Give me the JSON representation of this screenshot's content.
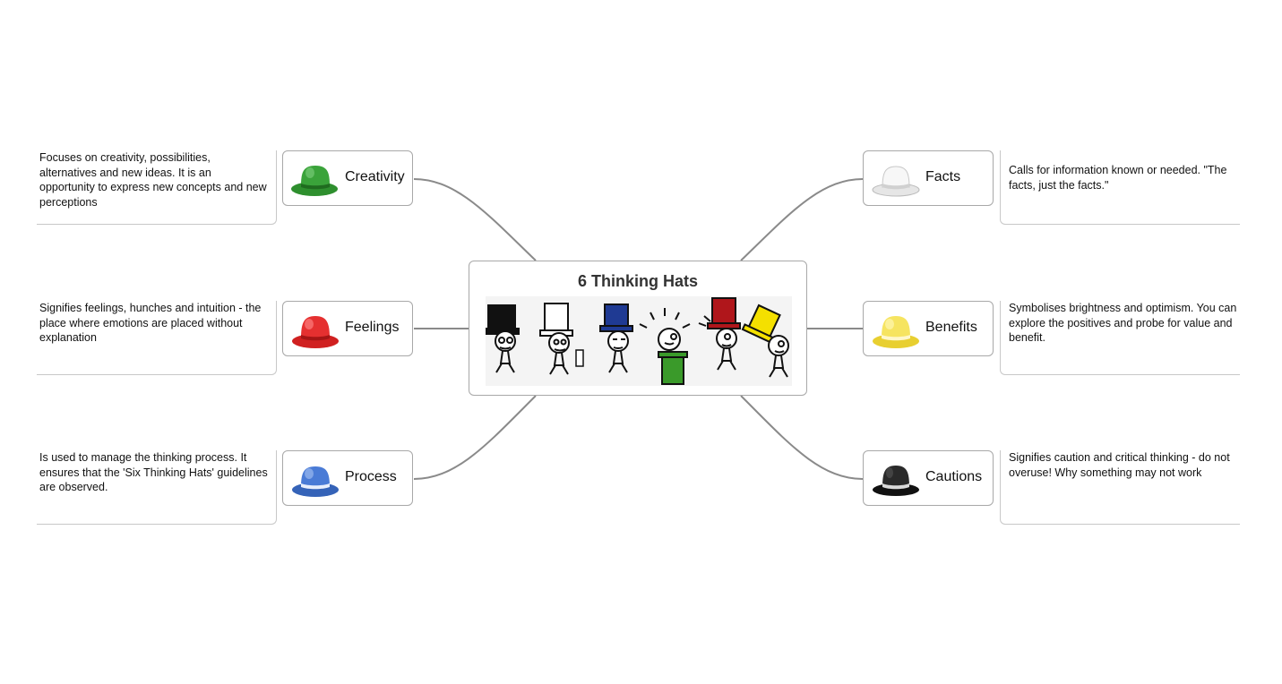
{
  "title": "6 Thinking Hats",
  "colors": {
    "green": "#3aa33a",
    "red": "#e02a2a",
    "blue": "#3d6fc9",
    "white": "#f2f2f2",
    "yellow": "#f3de45",
    "black": "#1e1e1e",
    "connector": "#8a8a8a",
    "border": "#a8a8a8"
  },
  "branches": [
    {
      "id": "creativity",
      "label": "Creativity",
      "hat_color": "#3aa33a",
      "icon": "green-hat-icon",
      "description": "Focuses on creativity, possibilities, alternatives and new ideas. It is an opportunity to express new concepts and new perceptions"
    },
    {
      "id": "feelings",
      "label": "Feelings",
      "hat_color": "#e02a2a",
      "icon": "red-hat-icon",
      "description": "Signifies feelings, hunches and intuition - the place where emotions are placed without explanation"
    },
    {
      "id": "process",
      "label": "Process",
      "hat_color": "#3d6fc9",
      "icon": "blue-hat-icon",
      "description": "Is used to manage the thinking process. It ensures that the 'Six Thinking Hats' guidelines are observed."
    },
    {
      "id": "facts",
      "label": "Facts",
      "hat_color": "#f2f2f2",
      "icon": "white-hat-icon",
      "description": "Calls for information known or needed. \"The facts, just the facts.\""
    },
    {
      "id": "benefits",
      "label": "Benefits",
      "hat_color": "#f3de45",
      "icon": "yellow-hat-icon",
      "description": "Symbolises brightness and optimism. You can explore the positives and probe for value and benefit."
    },
    {
      "id": "cautions",
      "label": "Cautions",
      "hat_color": "#1e1e1e",
      "icon": "black-hat-icon",
      "description": "Signifies caution and critical thinking - do not overuse! Why something may not work"
    }
  ],
  "central_figures": [
    {
      "hat": "black",
      "color": "#111111"
    },
    {
      "hat": "white",
      "color": "#ffffff"
    },
    {
      "hat": "blue",
      "color": "#1f3a93"
    },
    {
      "hat": "green",
      "color": "#3a9a2a"
    },
    {
      "hat": "red",
      "color": "#b0161b"
    },
    {
      "hat": "yellow",
      "color": "#f4e000"
    }
  ]
}
